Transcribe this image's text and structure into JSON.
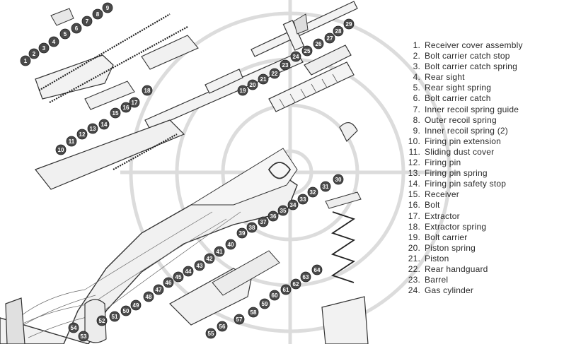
{
  "legend": [
    {
      "num": "1.",
      "label": "Receiver cover assembly"
    },
    {
      "num": "2.",
      "label": "Bolt carrier catch stop"
    },
    {
      "num": "3.",
      "label": "Bolt carrier catch spring"
    },
    {
      "num": "4.",
      "label": "Rear sight"
    },
    {
      "num": "5.",
      "label": "Rear sight spring"
    },
    {
      "num": "6.",
      "label": "Bolt carrier catch"
    },
    {
      "num": "7.",
      "label": "Inner recoil spring guide"
    },
    {
      "num": "8.",
      "label": "Outer recoil spring"
    },
    {
      "num": "9.",
      "label": "Inner recoil spring (2)"
    },
    {
      "num": "10.",
      "label": "Firing pin extension"
    },
    {
      "num": "11.",
      "label": "Sliding dust cover"
    },
    {
      "num": "12.",
      "label": "Firing pin"
    },
    {
      "num": "13.",
      "label": "Firing pin spring"
    },
    {
      "num": "14.",
      "label": "Firing pin safety stop"
    },
    {
      "num": "15.",
      "label": "Receiver"
    },
    {
      "num": "16.",
      "label": "Bolt"
    },
    {
      "num": "17.",
      "label": "Extractor"
    },
    {
      "num": "18.",
      "label": "Extractor spring"
    },
    {
      "num": "19.",
      "label": "Bolt carrier"
    },
    {
      "num": "20.",
      "label": "Piston spring"
    },
    {
      "num": "21.",
      "label": "Piston"
    },
    {
      "num": "22.",
      "label": "Rear handguard"
    },
    {
      "num": "23.",
      "label": "Barrel"
    },
    {
      "num": "24.",
      "label": "Gas cylinder"
    }
  ],
  "callouts": [
    "1",
    "2",
    "3",
    "4",
    "5",
    "6",
    "7",
    "8",
    "9",
    "10",
    "11",
    "12",
    "13",
    "14",
    "15",
    "16",
    "17",
    "18",
    "19",
    "20",
    "21",
    "22",
    "23",
    "24",
    "25",
    "26",
    "27",
    "28",
    "29",
    "30",
    "31",
    "32",
    "33",
    "34",
    "35",
    "36",
    "37",
    "38",
    "39",
    "40",
    "41",
    "42",
    "43",
    "44",
    "45",
    "46",
    "47",
    "48",
    "49",
    "50",
    "51",
    "52",
    "53",
    "54",
    "55",
    "56",
    "57",
    "58",
    "59",
    "60",
    "61",
    "62",
    "63",
    "64"
  ],
  "colors": {
    "ink": "#2a2a2a",
    "watermark": "#d8d8d8",
    "callout_fill": "#4a4a4a"
  }
}
